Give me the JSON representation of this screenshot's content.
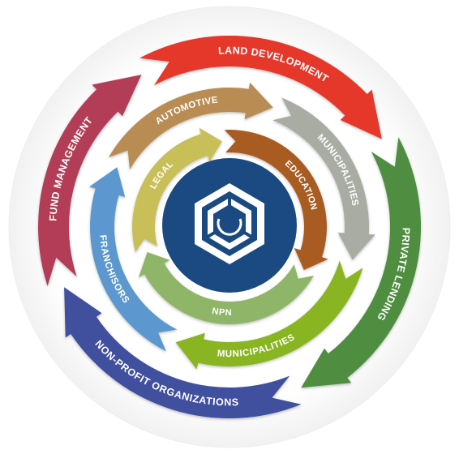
{
  "diagram": {
    "outer_ring": [
      {
        "label": "LAND DEVELOPMENT",
        "color": "#e5382c"
      },
      {
        "label": "PRIVATE LENDING",
        "color": "#4f8e3f"
      },
      {
        "label": "NON-PROFIT ORGANIZATIONS",
        "color": "#3f4f9e"
      },
      {
        "label": "FUND MANAGEMENT",
        "color": "#b33d57"
      }
    ],
    "middle_ring": [
      {
        "label": "AUTOMOTIVE",
        "color": "#b88c52"
      },
      {
        "label": "MUNICIPALITIES",
        "color": "#a9aca3"
      },
      {
        "label": "MUNICIPALITIES",
        "color": "#8ab524"
      },
      {
        "label": "FRANCHISORS",
        "color": "#5b98cf"
      }
    ],
    "inner_ring": [
      {
        "label": "LEGAL",
        "color": "#c9bf58"
      },
      {
        "label": "EDUCATION",
        "color": "#a95c21"
      },
      {
        "label": "NPN",
        "color": "#8fb567"
      }
    ],
    "center": {
      "color": "#1b4a82",
      "icon": "hexagon-cube-logo"
    }
  }
}
